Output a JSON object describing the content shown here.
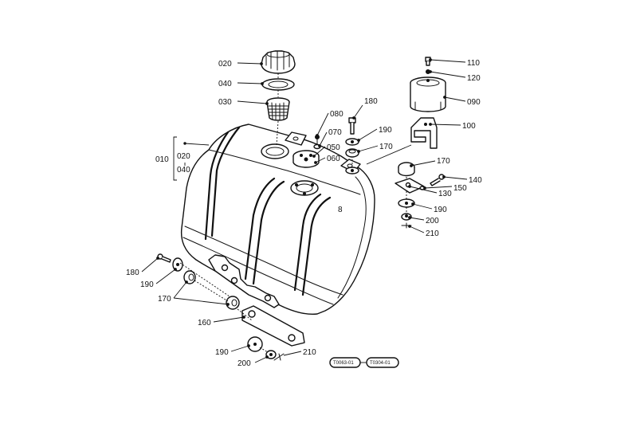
{
  "labels": {
    "c020_cap": "020",
    "c040_gasket": "040",
    "c030_strainer": "030",
    "c080": "080",
    "c180_top": "180",
    "c070": "070",
    "c190_top": "190",
    "c050": "050",
    "c170_top": "170",
    "c060": "060",
    "c010": "010",
    "c020_grp": "020",
    "c040_grp": "040",
    "c110": "110",
    "c120": "120",
    "c090": "090",
    "c100": "100",
    "c170_right": "170",
    "c140": "140",
    "c150": "150",
    "c130": "130",
    "c190_right": "190",
    "c200_right": "200",
    "c210_right": "210",
    "c180_left": "180",
    "c190_left": "190",
    "c170_left": "170",
    "c160": "160",
    "c190_bottom": "190",
    "c200_bottom": "200",
    "c210_bottom": "210"
  },
  "references": {
    "ref_a": "T0063-01",
    "ref_b": "T0304-01"
  },
  "tank_mark": "8"
}
